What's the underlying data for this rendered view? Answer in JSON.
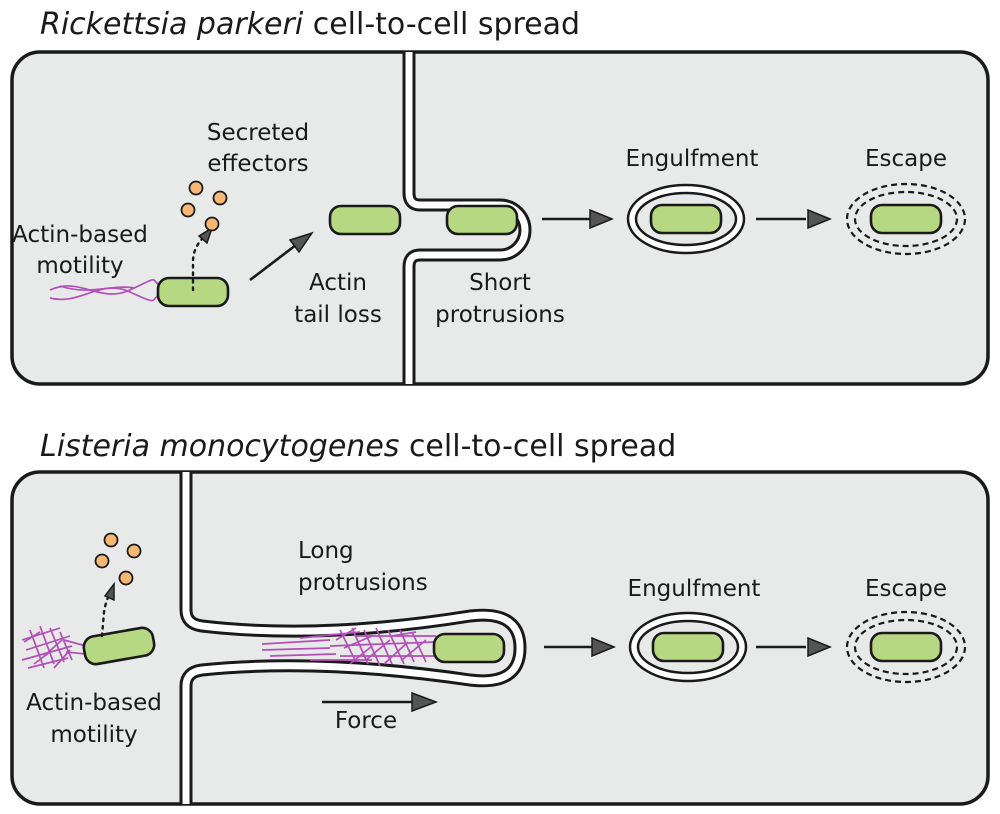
{
  "panels": [
    {
      "title_italic": "Rickettsia parkeri",
      "title_rest": " cell-to-cell spread",
      "labels": {
        "secreted_1": "Secreted",
        "secreted_2": "effectors",
        "actin_based_1": "Actin-based",
        "actin_based_2": "motility",
        "actin_tail_1": "Actin",
        "actin_tail_2": "tail loss",
        "protrusions_1": "Short",
        "protrusions_2": "protrusions",
        "engulfment": "Engulfment",
        "escape": "Escape"
      }
    },
    {
      "title_italic": "Listeria monocytogenes",
      "title_rest": " cell-to-cell spread",
      "labels": {
        "actin_based_1": "Actin-based",
        "actin_based_2": "motility",
        "protrusions_1": "Long",
        "protrusions_2": "protrusions",
        "force": "Force",
        "engulfment": "Engulfment",
        "escape": "Escape"
      }
    }
  ],
  "colors": {
    "bacterium": "#b6d882",
    "effector": "#f7b873",
    "actin": "#b34fb8",
    "cytoplasm": "#e8e9e9"
  }
}
